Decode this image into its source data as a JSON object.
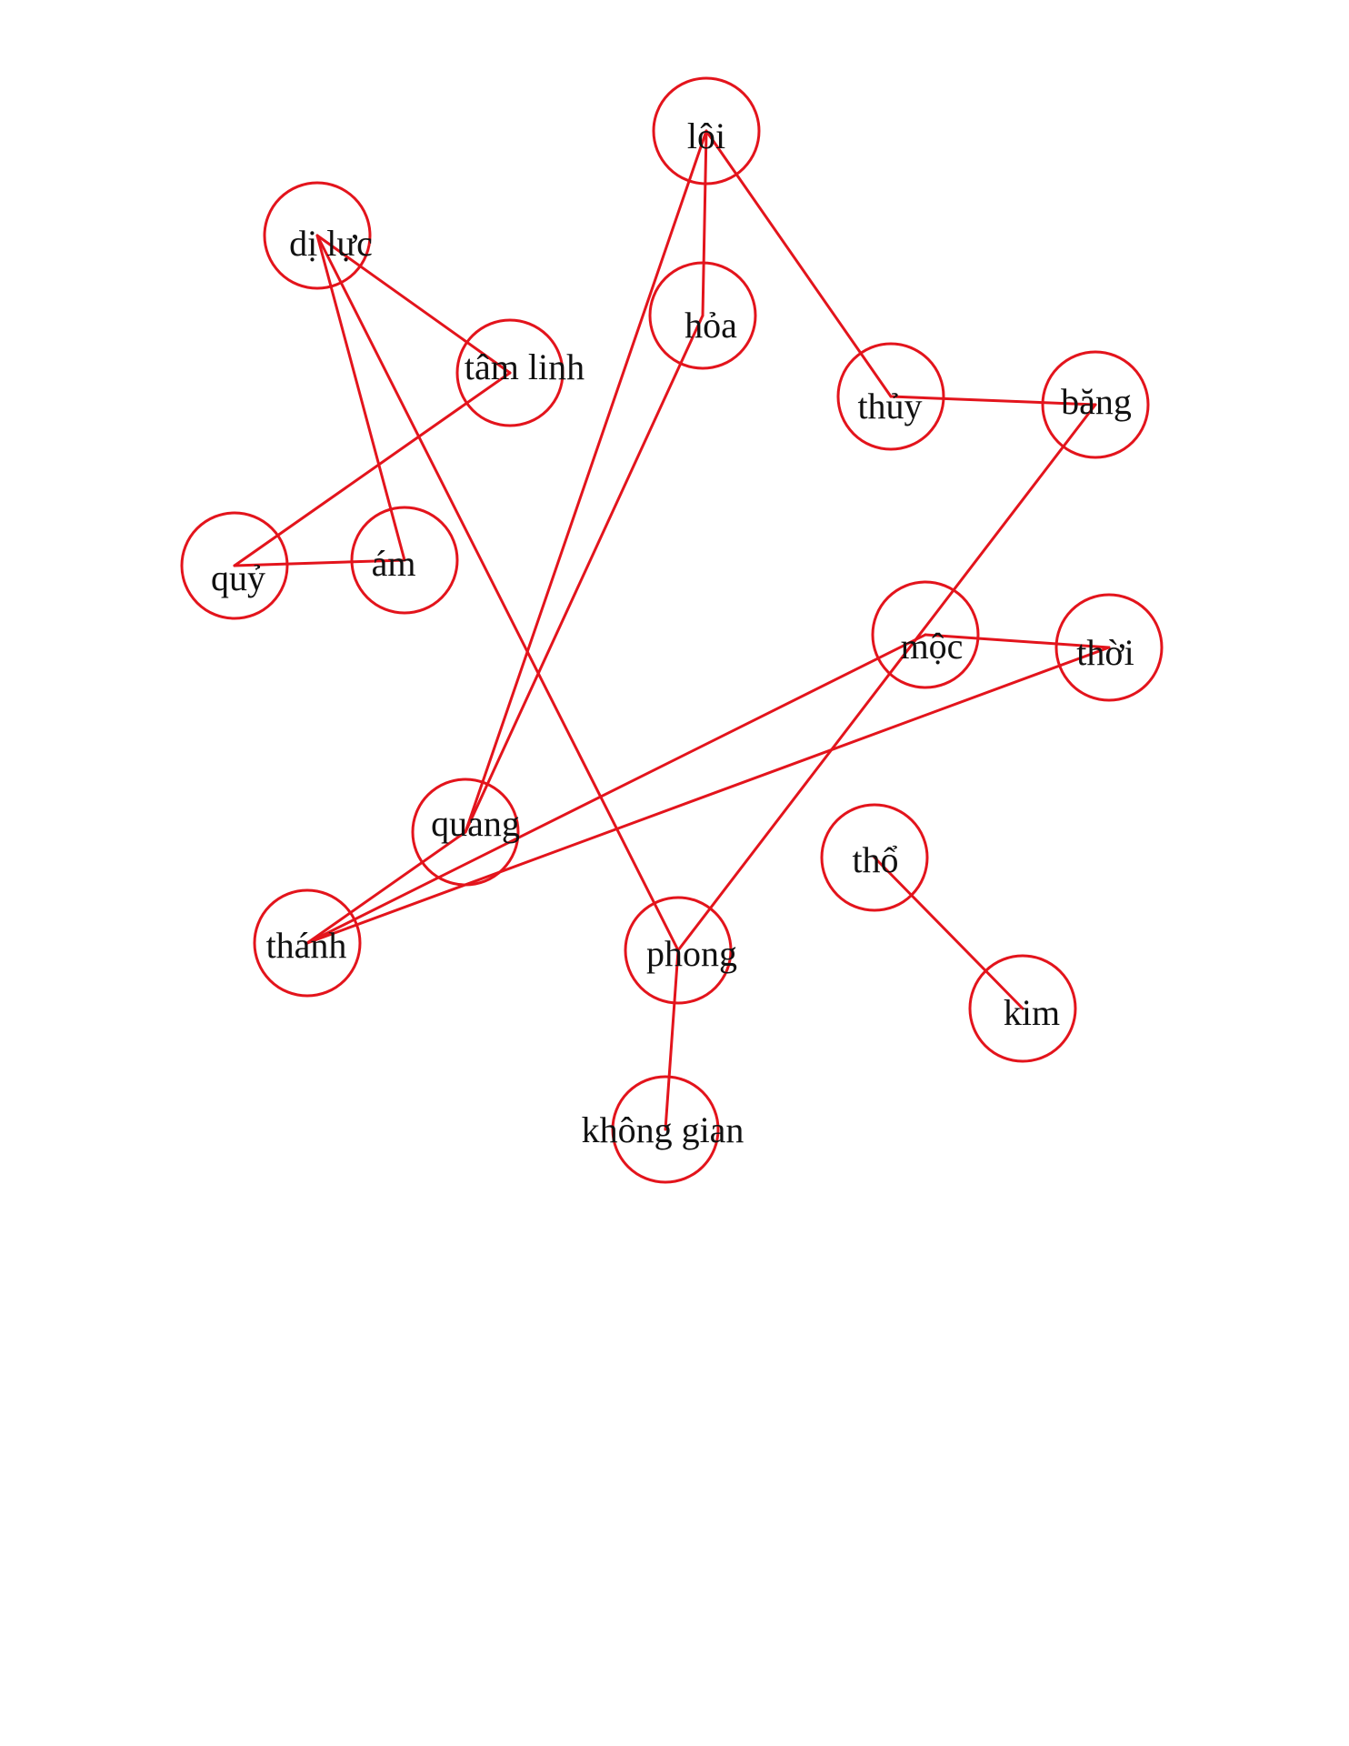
{
  "colors": {
    "line": "#e3141c",
    "text": "#111111",
    "background": "#ffffff"
  },
  "nodes": [
    {
      "id": "loi",
      "label": "lôi"
    },
    {
      "id": "diluc",
      "label": "dị lực"
    },
    {
      "id": "hoa",
      "label": "hỏa"
    },
    {
      "id": "tamlinh",
      "label": "tâm linh"
    },
    {
      "id": "thuy",
      "label": "thủy"
    },
    {
      "id": "bang",
      "label": "băng"
    },
    {
      "id": "quy",
      "label": "quỷ"
    },
    {
      "id": "am",
      "label": "ám"
    },
    {
      "id": "moc",
      "label": "mộc"
    },
    {
      "id": "thoi",
      "label": "thời"
    },
    {
      "id": "quang",
      "label": "quang"
    },
    {
      "id": "tho",
      "label": "thổ"
    },
    {
      "id": "thanh",
      "label": "thánh"
    },
    {
      "id": "phong",
      "label": "phong"
    },
    {
      "id": "kim",
      "label": "kim"
    },
    {
      "id": "khonggian",
      "label": "không gian"
    }
  ],
  "edges": [
    [
      "loi",
      "hoa"
    ],
    [
      "loi",
      "thuy"
    ],
    [
      "loi",
      "quang"
    ],
    [
      "hoa",
      "quang"
    ],
    [
      "thuy",
      "bang"
    ],
    [
      "bang",
      "phong"
    ],
    [
      "diluc",
      "tamlinh"
    ],
    [
      "diluc",
      "am"
    ],
    [
      "diluc",
      "phong"
    ],
    [
      "tamlinh",
      "quy"
    ],
    [
      "quy",
      "am"
    ],
    [
      "moc",
      "thoi"
    ],
    [
      "moc",
      "thanh"
    ],
    [
      "thoi",
      "thanh"
    ],
    [
      "quang",
      "thanh"
    ],
    [
      "phong",
      "khonggian"
    ],
    [
      "tho",
      "kim"
    ]
  ]
}
